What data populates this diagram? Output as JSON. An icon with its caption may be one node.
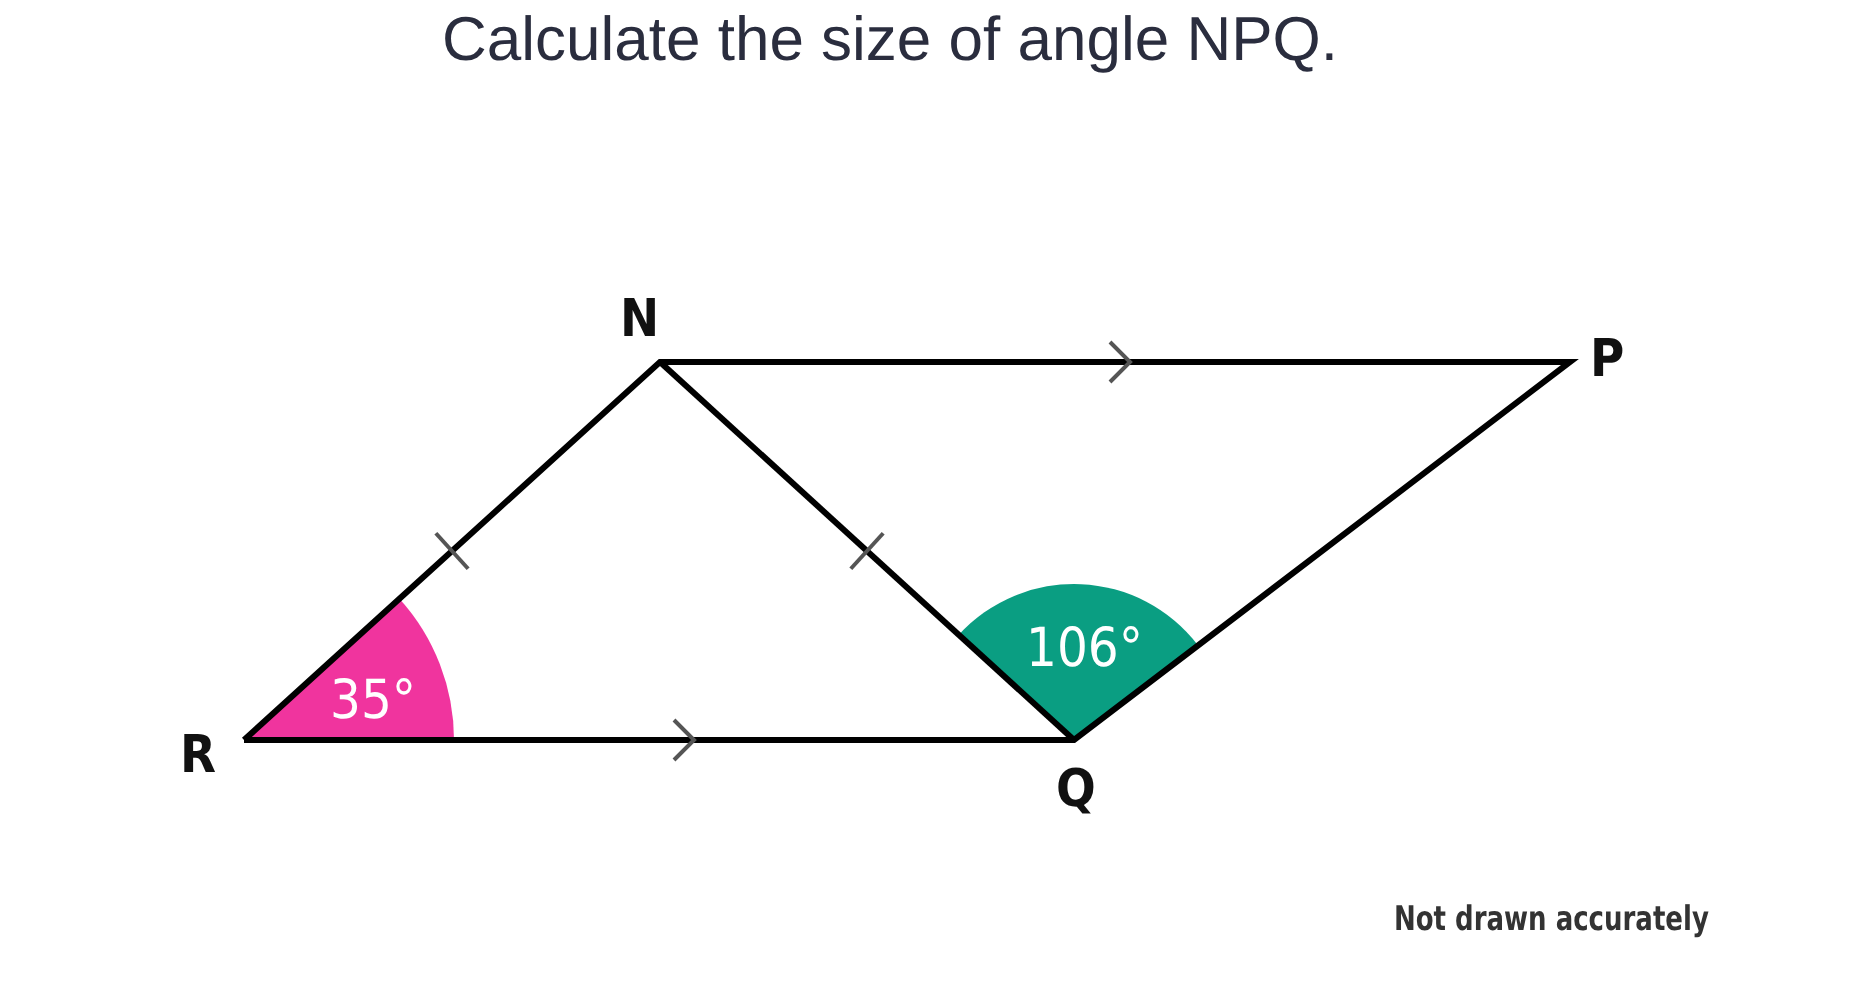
{
  "diagram": {
    "title": "Calculate the size of angle NPQ.",
    "labels": [
      "N",
      "P",
      "106°",
      "35°",
      "R",
      "Q",
      "Not drawn accurately"
    ]
  }
}
